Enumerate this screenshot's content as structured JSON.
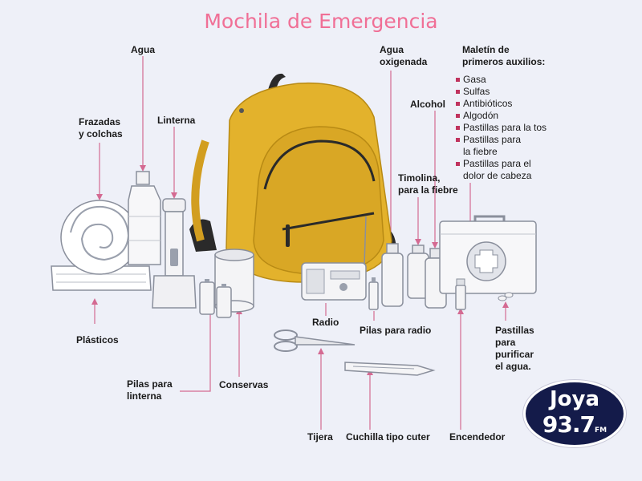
{
  "title": "Mochila de Emergencia",
  "labels": {
    "agua": "Agua",
    "frazadas": [
      "Frazadas",
      "y colchas"
    ],
    "linterna": "Linterna",
    "plasticos": "Plásticos",
    "pilas_linterna": [
      "Pilas para",
      "linterna"
    ],
    "conservas": "Conservas",
    "radio": "Radio",
    "agua_oxigenada": [
      "Agua",
      "oxigenada"
    ],
    "alcohol": "Alcohol",
    "timolina": [
      "Timolina,",
      "para la fiebre"
    ],
    "pilas_radio": "Pilas para radio",
    "tijera": "Tijera",
    "cuchilla": "Cuchilla tipo cuter",
    "encendedor": "Encendedor",
    "pastillas": [
      "Pastillas",
      "para",
      "purificar",
      "el agua."
    ]
  },
  "first_aid": {
    "heading": [
      "Maletín de",
      "primeros auxilios:"
    ],
    "items": [
      [
        "Gasa"
      ],
      [
        "Sulfas"
      ],
      [
        "Antibióticos"
      ],
      [
        "Algodón"
      ],
      [
        "Pastillas para la tos"
      ],
      [
        "Pastillas para",
        "la fiebre"
      ],
      [
        "Pastillas para el",
        "dolor de cabeza"
      ]
    ]
  },
  "logo": {
    "line1": "Joya",
    "line2": "93.7",
    "suffix": "FM"
  },
  "colors": {
    "accent": "#f06f96",
    "leader": "#d46a92",
    "backpack": "#e3b22c",
    "bullet": "#c0335e"
  }
}
